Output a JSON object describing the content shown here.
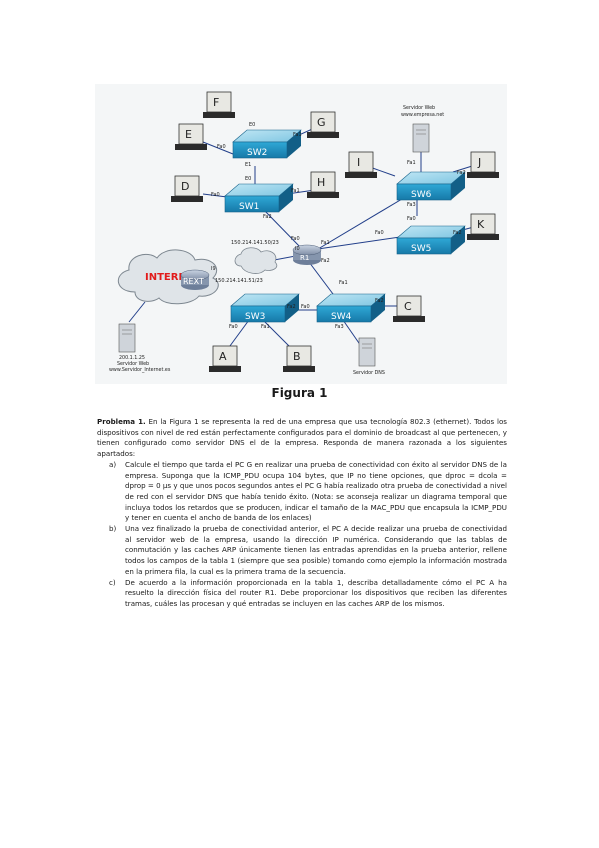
{
  "figure": {
    "caption": "Figura 1",
    "clouds": {
      "internet": "INTERNET"
    },
    "devices": {
      "sw1": "SW1",
      "sw2": "SW2",
      "sw3": "SW3",
      "sw4": "SW4",
      "sw5": "SW5",
      "sw6": "SW6",
      "r1": "R1",
      "rext": "REXT",
      "pc_a": "A",
      "pc_b": "B",
      "pc_c": "C",
      "pc_d": "D",
      "pc_e": "E",
      "pc_f": "F",
      "pc_g": "G",
      "pc_h": "H",
      "pc_i": "I",
      "pc_j": "J",
      "pc_k": "K"
    },
    "servers": {
      "web_title": "Servidor Web",
      "web_host": "www.empresa.net",
      "dns": "Servidor DNS",
      "ext_ip": "200.1.1.25",
      "ext_title": "Servidor Web",
      "ext_host": "www.Servidor_Internet.es"
    },
    "ips": {
      "r1_i0": "150.214.141.50/23",
      "rext_i9": "150.214.141.51/23"
    },
    "ports": {
      "e0": "E0",
      "e1": "E1",
      "i0": "I0",
      "i9": "I9",
      "fa0": "Fa0",
      "fa1": "Fa1",
      "fa2": "Fa2",
      "fa3": "Fa3"
    }
  },
  "text": {
    "problem_label": "Problema 1.",
    "intro": "En la Figura 1 se representa la red de una empresa que usa tecnología 802.3 (ethernet). Todos los dispositivos con nivel de red están perfectamente configurados para el dominio de broadcast al que pertenecen, y tienen configurado como servidor DNS el de la empresa. Responda de manera razonada a los siguientes apartados:",
    "items": [
      {
        "marker": "a)",
        "text": "Calcule el tiempo que tarda el PC G en realizar una prueba de conectividad con éxito al servidor DNS de la empresa. Suponga que la ICMP_PDU ocupa 104 bytes, que IP no tiene opciones, que dproc = dcola = dprop = 0 µs y que unos pocos segundos antes el PC G había realizado otra prueba de conectividad a nivel de red con el servidor DNS que había tenido éxito. (Nota: se aconseja realizar un diagrama temporal que incluya todos los retardos que se producen, indicar el tamaño de la MAC_PDU que encapsula la ICMP_PDU y tener en cuenta el ancho de banda de los enlaces)"
      },
      {
        "marker": "b)",
        "text": "Una vez finalizado la prueba de conectividad anterior, el PC A decide realizar una prueba de conectividad al servidor web de la empresa, usando la dirección IP numérica. Considerando que las tablas de conmutación y las caches ARP únicamente tienen las entradas aprendidas en la prueba anterior, rellene todos los campos de la tabla 1 (siempre que sea posible) tomando como ejemplo la información mostrada en la primera fila, la cual es la primera trama de la secuencia."
      },
      {
        "marker": "c)",
        "text": "De acuerdo a la información proporcionada en la tabla 1, describa detalladamente cómo el PC A ha resuelto la dirección física del router R1. Debe proporcionar los dispositivos que reciben las diferentes tramas, cuáles las procesan y qué entradas se incluyen en las caches ARP de los mismos."
      }
    ]
  }
}
